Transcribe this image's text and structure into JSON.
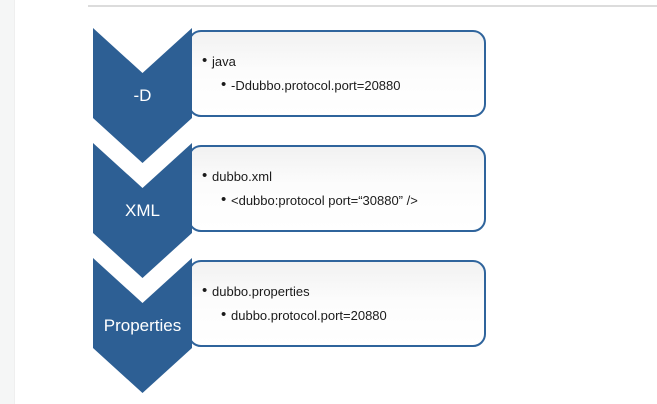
{
  "page": {
    "background_color": "#ffffff",
    "gutter_color": "#f5f6f6",
    "top_divider_color": "#dcdcdc"
  },
  "glyphs": {
    "bullet": "•"
  },
  "diagram": {
    "accent_color": "#2d5f94",
    "box_border_color": "#2f649c",
    "steps": [
      {
        "label": "-D",
        "items": [
          "java",
          "-Ddubbo.protocol.port=20880"
        ]
      },
      {
        "label": "XML",
        "items": [
          "dubbo.xml",
          "<dubbo:protocol port=“30880” />"
        ]
      },
      {
        "label": "Properties",
        "items": [
          "dubbo.properties",
          "dubbo.protocol.port=20880"
        ]
      }
    ]
  }
}
